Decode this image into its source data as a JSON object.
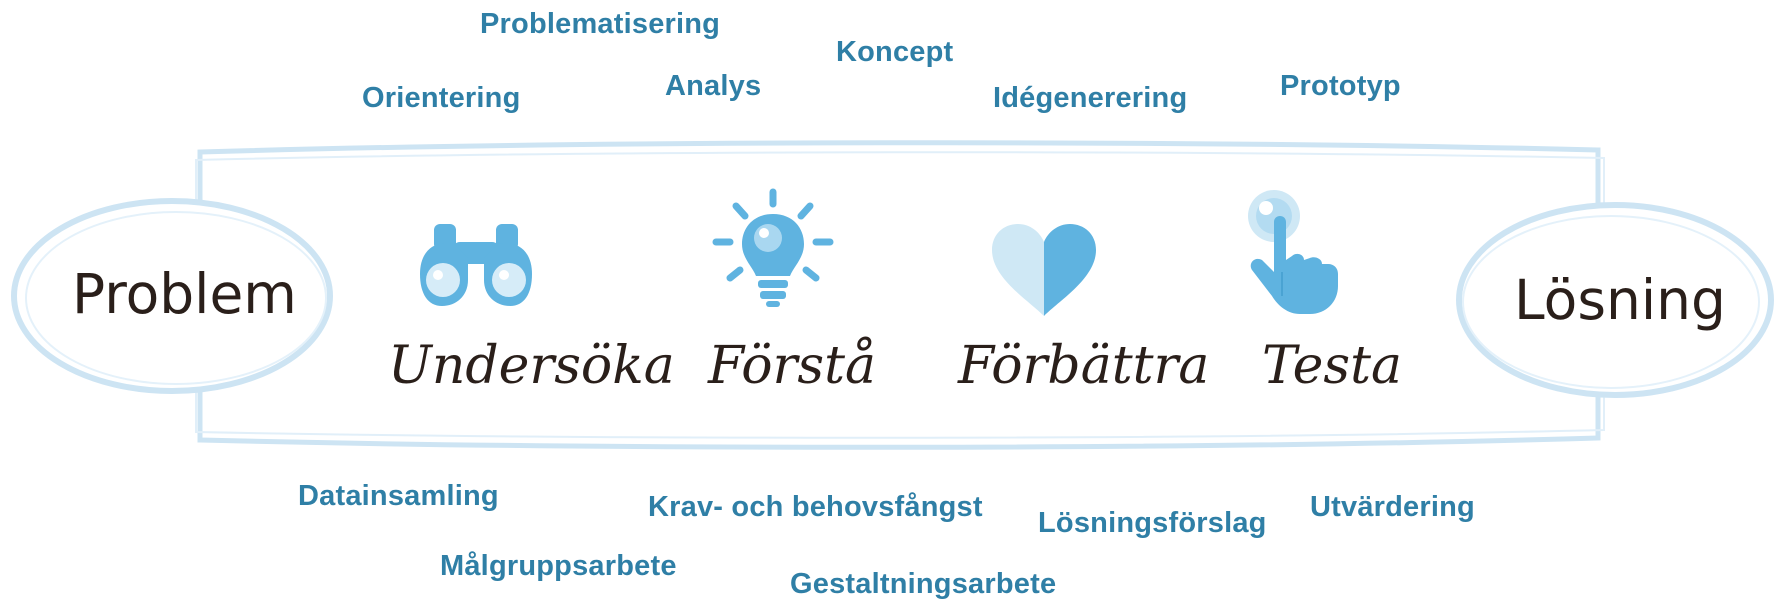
{
  "endpoints": {
    "start": "Problem",
    "end": "Lösning"
  },
  "stages": [
    {
      "label": "Undersöka",
      "icon": "binoculars-icon"
    },
    {
      "label": "Förstå",
      "icon": "lightbulb-icon"
    },
    {
      "label": "Förbättra",
      "icon": "heart-icon"
    },
    {
      "label": "Testa",
      "icon": "pointing-hand-icon"
    }
  ],
  "top_keywords": {
    "problematisering": "Problematisering",
    "koncept": "Koncept",
    "orientering": "Orientering",
    "analys": "Analys",
    "idegenerering": "Idégenerering",
    "prototyp": "Prototyp"
  },
  "bottom_keywords": {
    "datainsamling": "Datainsamling",
    "krav": "Krav- och behovsfångst",
    "losningsforslag": "Lösningsförslag",
    "utvardering": "Utvärdering",
    "malgrupp": "Målgruppsarbete",
    "gestaltning": "Gestaltningsarbete"
  },
  "colors": {
    "keyword": "#2f7fa6",
    "icon_blue": "#5fb3e0",
    "icon_light": "#cfe8f5",
    "outline": "#cde4f3",
    "text_dark": "#2a1f1a"
  }
}
